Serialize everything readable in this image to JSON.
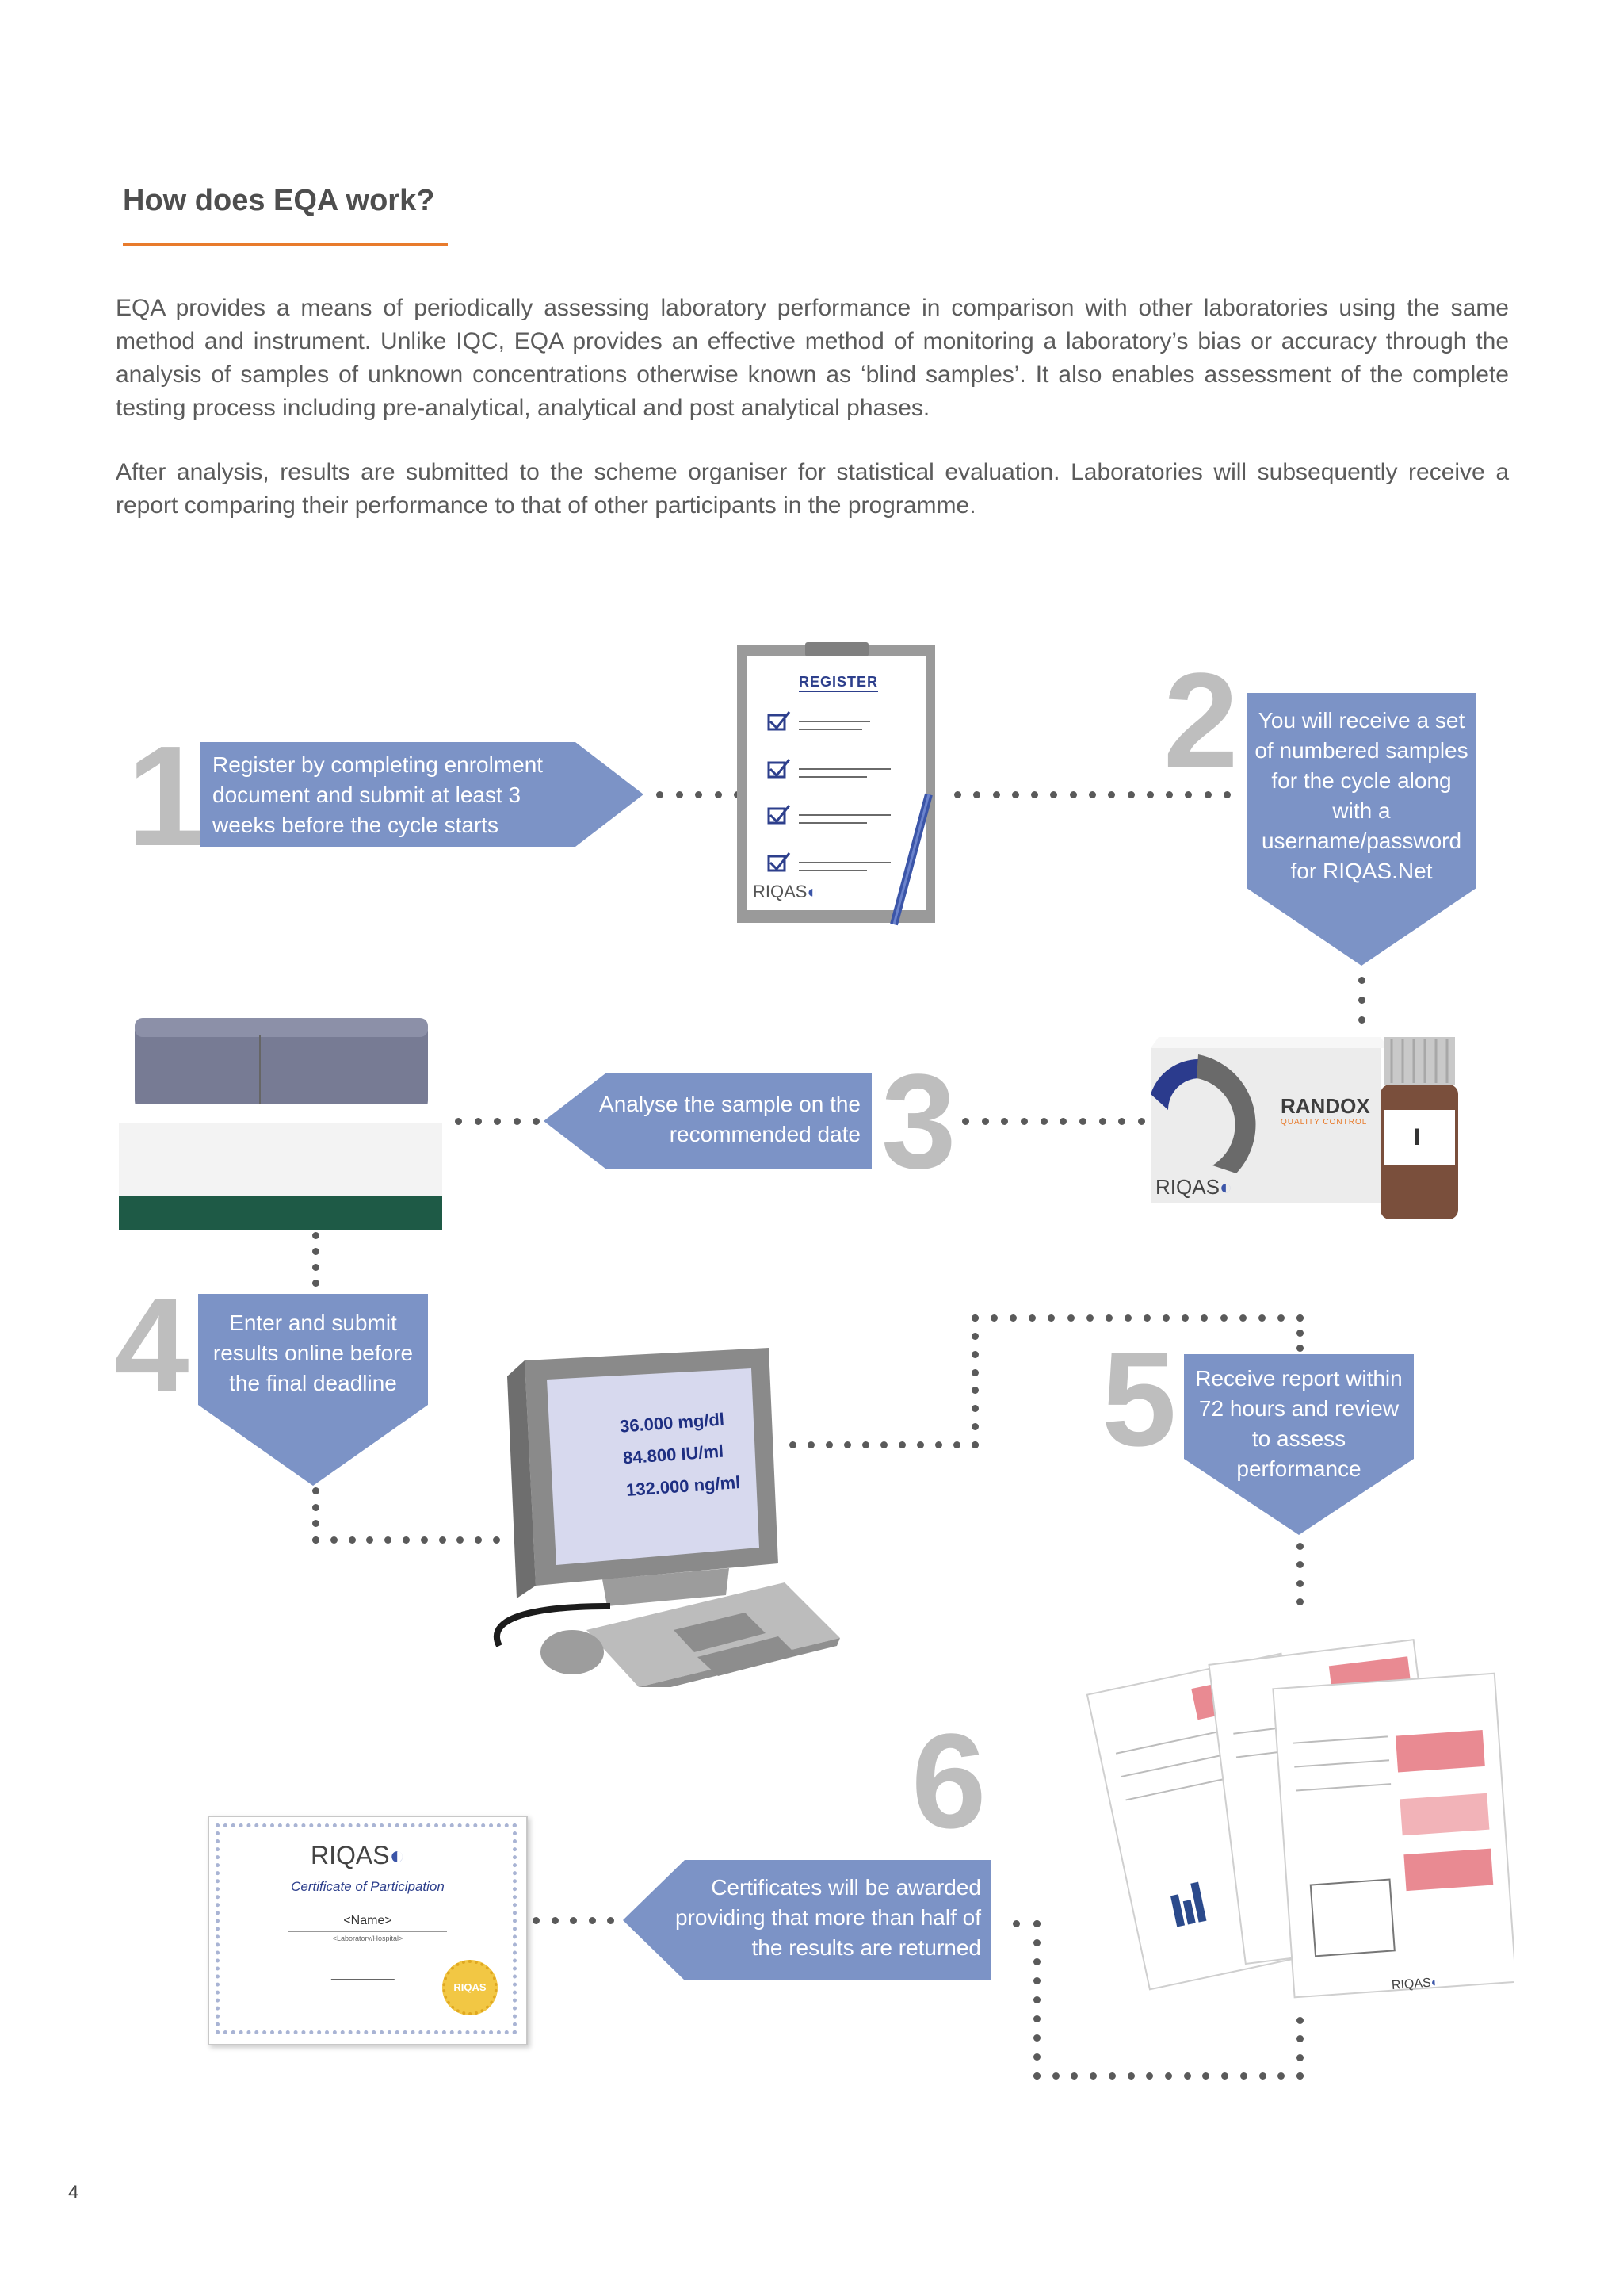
{
  "page": {
    "heading": "How does EQA work?",
    "paragraphs": [
      "EQA provides a means of periodically assessing laboratory performance in comparison with other laboratories using the same method and instrument. Unlike IQC, EQA provides an effective method of monitoring a laboratory’s bias or accuracy through the analysis of samples of unknown concentrations otherwise known as ‘blind samples’.  It also enables assessment of the complete testing process including pre-analytical, analytical and post analytical phases.",
      "After analysis, results are submitted to the scheme organiser for statistical evaluation.  Laboratories will subsequently receive a report comparing their performance to that of other participants in the programme."
    ],
    "page_number": "4"
  },
  "steps": [
    {
      "number": "1",
      "text": "Register by completing enrolment document and submit at least 3 weeks before the cycle starts"
    },
    {
      "number": "2",
      "text": "You will receive a set of numbered samples for the cycle along with a username/password for RIQAS.Net"
    },
    {
      "number": "3",
      "text": "Analyse the sample on the recommended date"
    },
    {
      "number": "4",
      "text": "Enter and submit results online before the final deadline"
    },
    {
      "number": "5",
      "text": "Receive report within 72 hours and review to assess performance"
    },
    {
      "number": "6",
      "text": "Certificates will be awarded providing that more than half of the results are returned"
    }
  ],
  "clipboard": {
    "title": "REGISTER",
    "brand": "RIQAS"
  },
  "sample_box": {
    "brand": "RANDOX",
    "sub": "QUALITY CONTROL",
    "riqas": "RIQAS",
    "vial_label": "I"
  },
  "computer": {
    "readings": [
      "36.000 mg/dl",
      "84.800 IU/ml",
      "132.000 ng/ml"
    ]
  },
  "certificate": {
    "brand": "RIQAS",
    "title": "Certificate of Participation",
    "name": "<Name>",
    "lab": "<Laboratory/Hospital>",
    "seal": "RIQAS"
  },
  "report": {
    "brand": "RIQAS"
  },
  "colors": {
    "box": "#7c93c6",
    "accent": "#e87b2c",
    "number": "#bebebe"
  }
}
